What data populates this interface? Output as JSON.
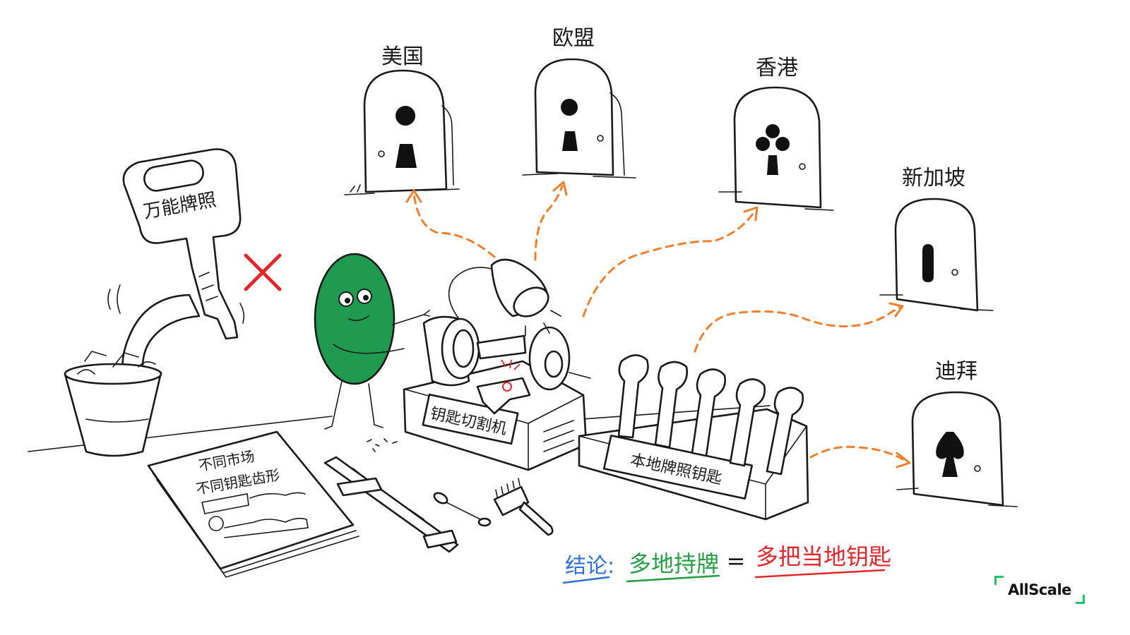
{
  "markets": [
    {
      "label": "美国"
    },
    {
      "label": "欧盟"
    },
    {
      "label": "香港"
    },
    {
      "label": "新加坡"
    },
    {
      "label": "迪拜"
    }
  ],
  "master_key_label": "万能牌照",
  "machine_label": "钥匙切割机",
  "key_rack_label": "本地牌照钥匙",
  "manual": {
    "line1": "不同市场",
    "line2": "不同钥匙齿形"
  },
  "conclusion": {
    "prefix": "结论:",
    "left": "多地持牌",
    "equals": "=",
    "right": "多把当地钥匙"
  },
  "logo": "AllScale",
  "colors": {
    "arrow": "#ee7f2d",
    "character": "#1f9a4f",
    "cross": "#e3262a",
    "prefix": "#2f6fd6",
    "left": "#26a043",
    "right": "#e3262a",
    "logo_accent": "#1ec76b"
  }
}
